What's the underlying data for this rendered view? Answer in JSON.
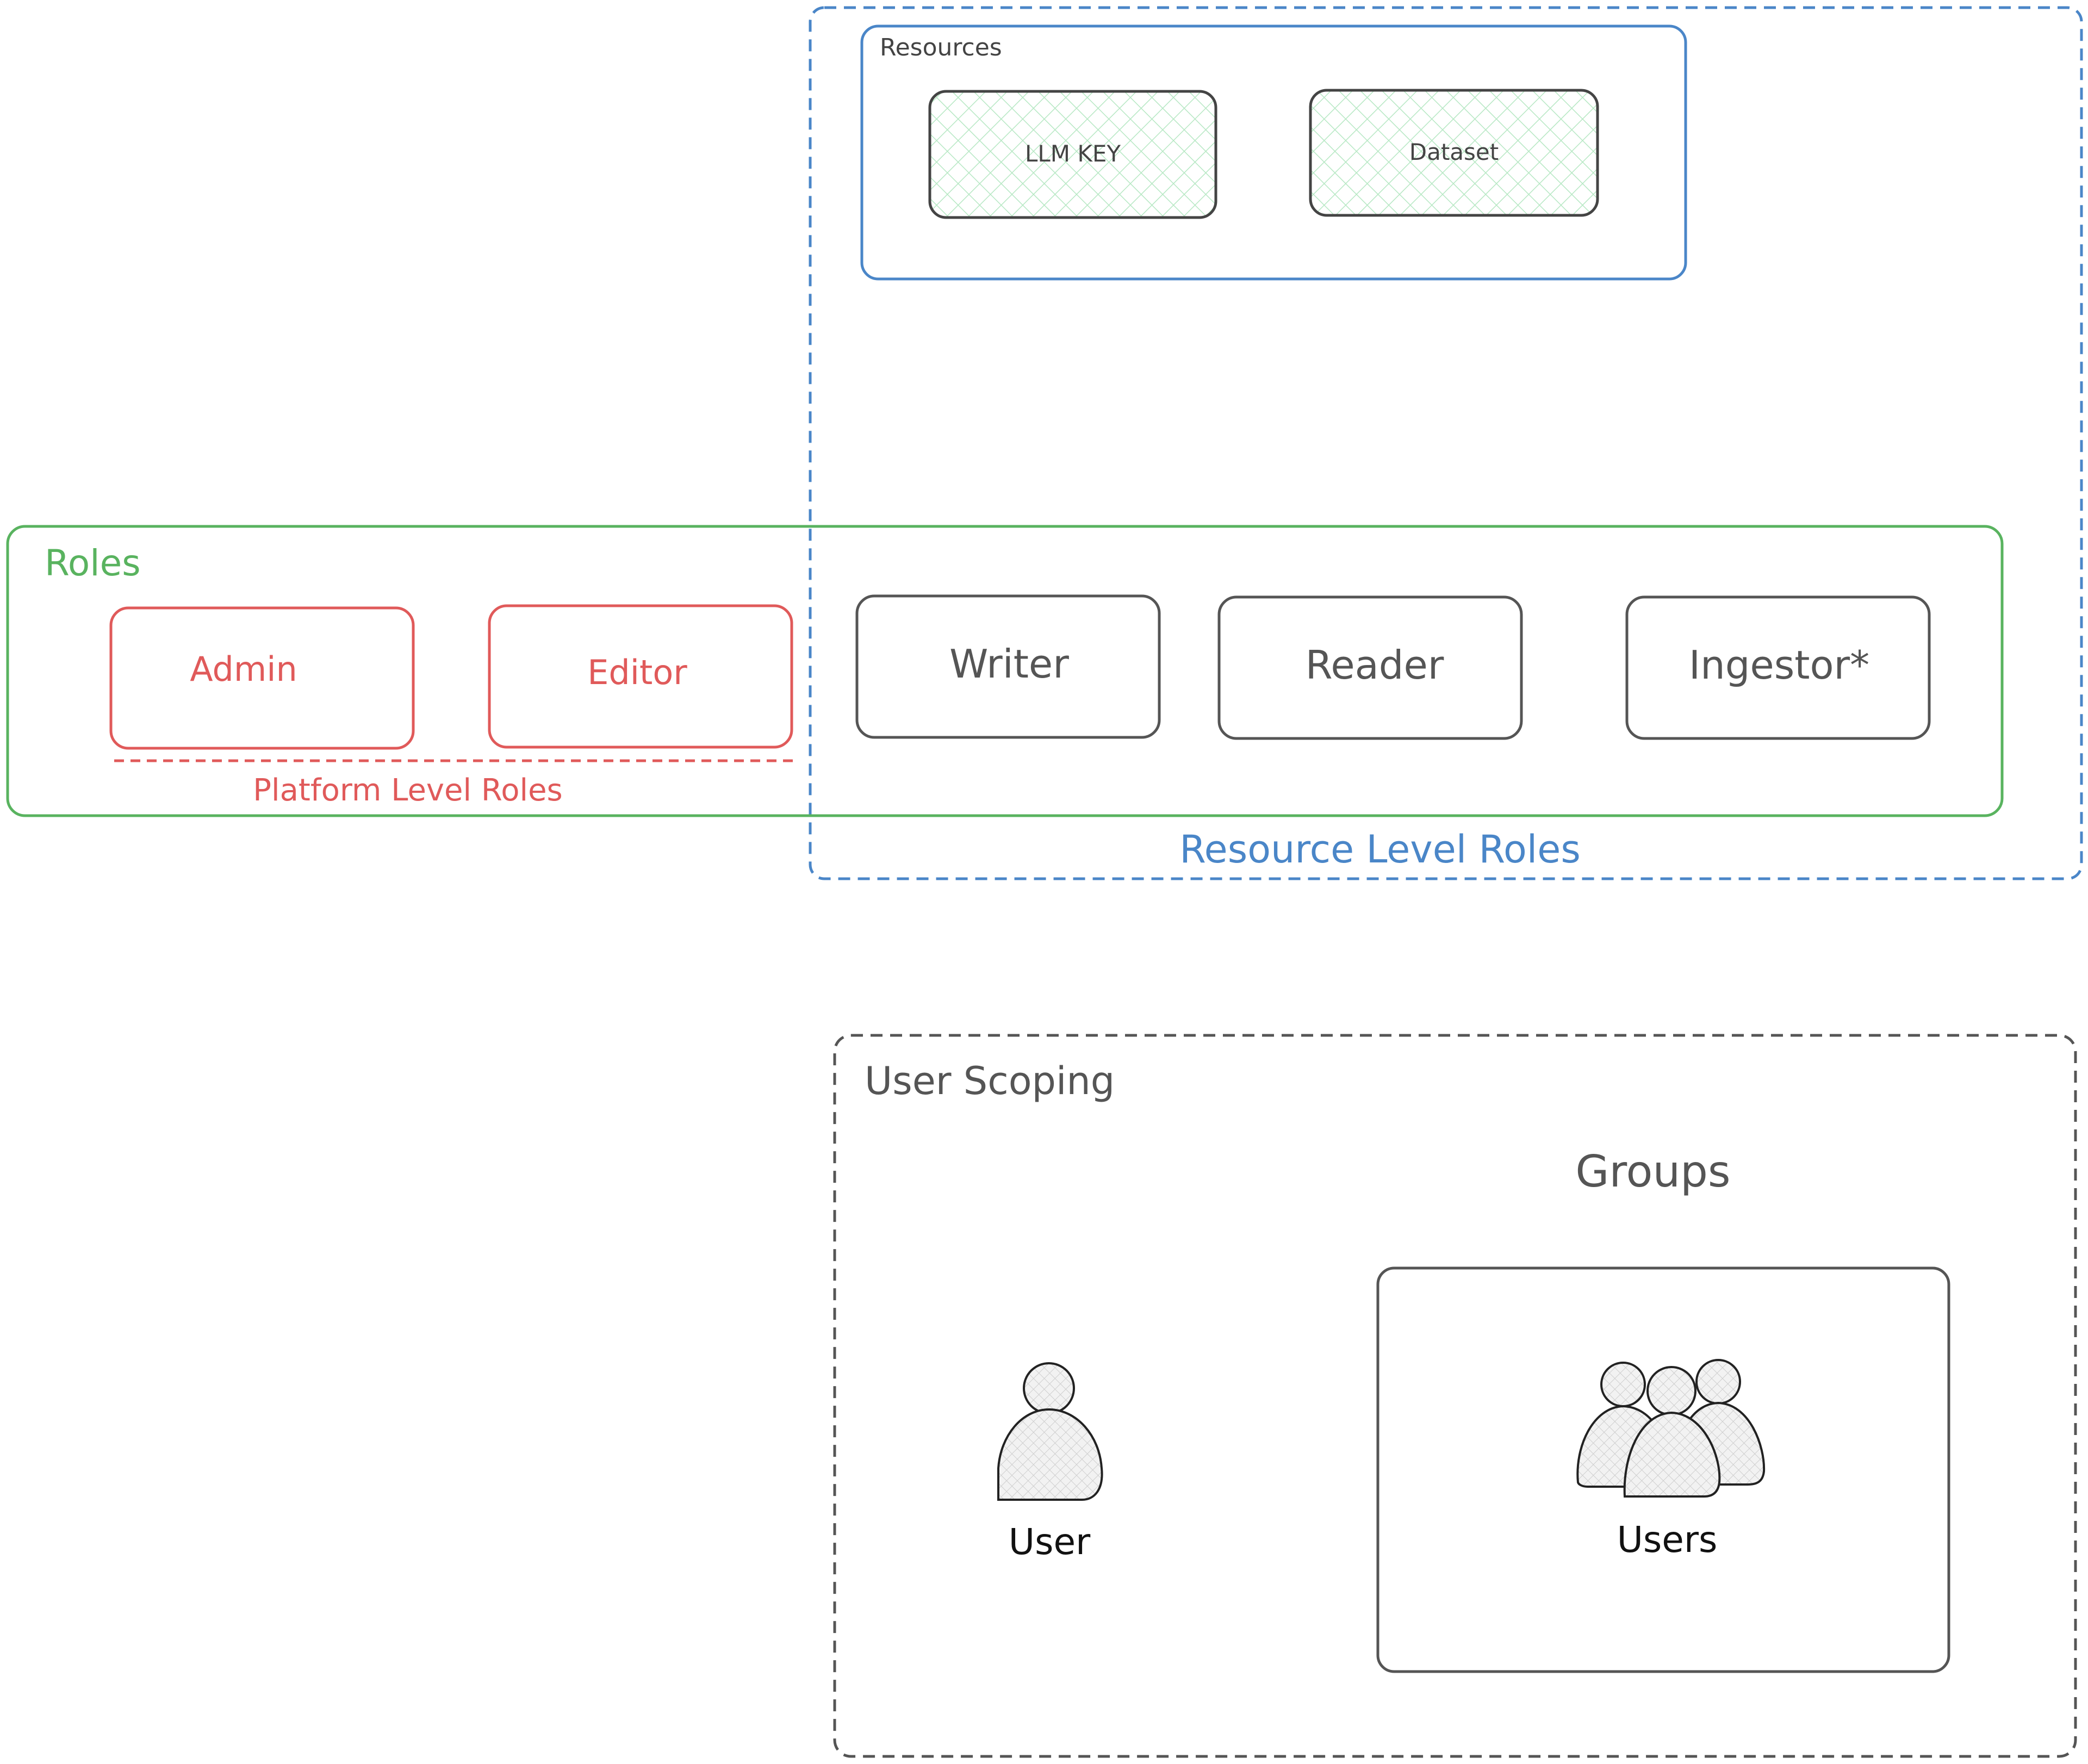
{
  "colors": {
    "blue": "#4a86c8",
    "green": "#59b35f",
    "red": "#e05a5a",
    "dark": "#555555",
    "hatch": "#b7e8c4",
    "person_fill": "#e0e0e0"
  },
  "resources": {
    "label": "Resources",
    "items": [
      {
        "label": "LLM KEY"
      },
      {
        "label": "Dataset"
      }
    ]
  },
  "roles": {
    "label": "Roles",
    "platform": {
      "label": "Platform Level Roles",
      "items": [
        {
          "label": "Admin"
        },
        {
          "label": "Editor"
        }
      ]
    },
    "resource": {
      "label": "Resource Level Roles",
      "items": [
        {
          "label": "Writer"
        },
        {
          "label": "Reader"
        },
        {
          "label": "Ingestor*"
        }
      ]
    }
  },
  "user_scoping": {
    "label": "User Scoping",
    "user": {
      "label": "User",
      "icon": "person-icon"
    },
    "groups": {
      "label": "Groups",
      "users_label": "Users",
      "icon": "people-group-icon"
    }
  }
}
